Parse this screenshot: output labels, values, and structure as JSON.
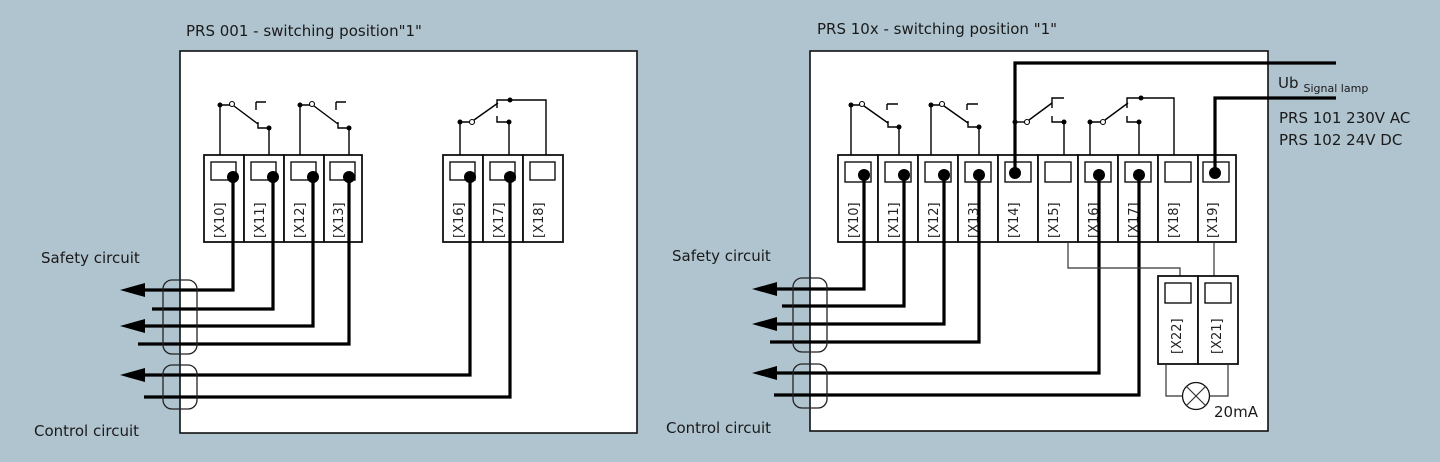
{
  "colors": {
    "background": "#b0c4cf",
    "panel": "#ffffff",
    "line": "#000000"
  },
  "left_diagram": {
    "title": "PRS 001 - switching position\"1\"",
    "terminals": [
      "[X10]",
      "[X11]",
      "[X12]",
      "[X13]",
      "[X16]",
      "[X17]",
      "[X18]"
    ],
    "safety_circuit_label": "Safety circuit",
    "control_circuit_label": "Control circuit"
  },
  "right_diagram": {
    "title": "PRS 10x - switching position \"1\"",
    "terminals": [
      "[X10]",
      "[X11]",
      "[X12]",
      "[X13]",
      "[X14]",
      "[X15]",
      "[X16]",
      "[X17]",
      "[X18]",
      "[X19]"
    ],
    "lamp_terminals": [
      "[X22]",
      "[X21]"
    ],
    "safety_circuit_label": "Safety circuit",
    "control_circuit_label": "Control circuit",
    "supply_label": "Ub",
    "supply_sub_label": "Signal lamp",
    "variant_1": "PRS 101 230V AC",
    "variant_2": "PRS 102 24V DC",
    "lamp_current": "20mA"
  }
}
